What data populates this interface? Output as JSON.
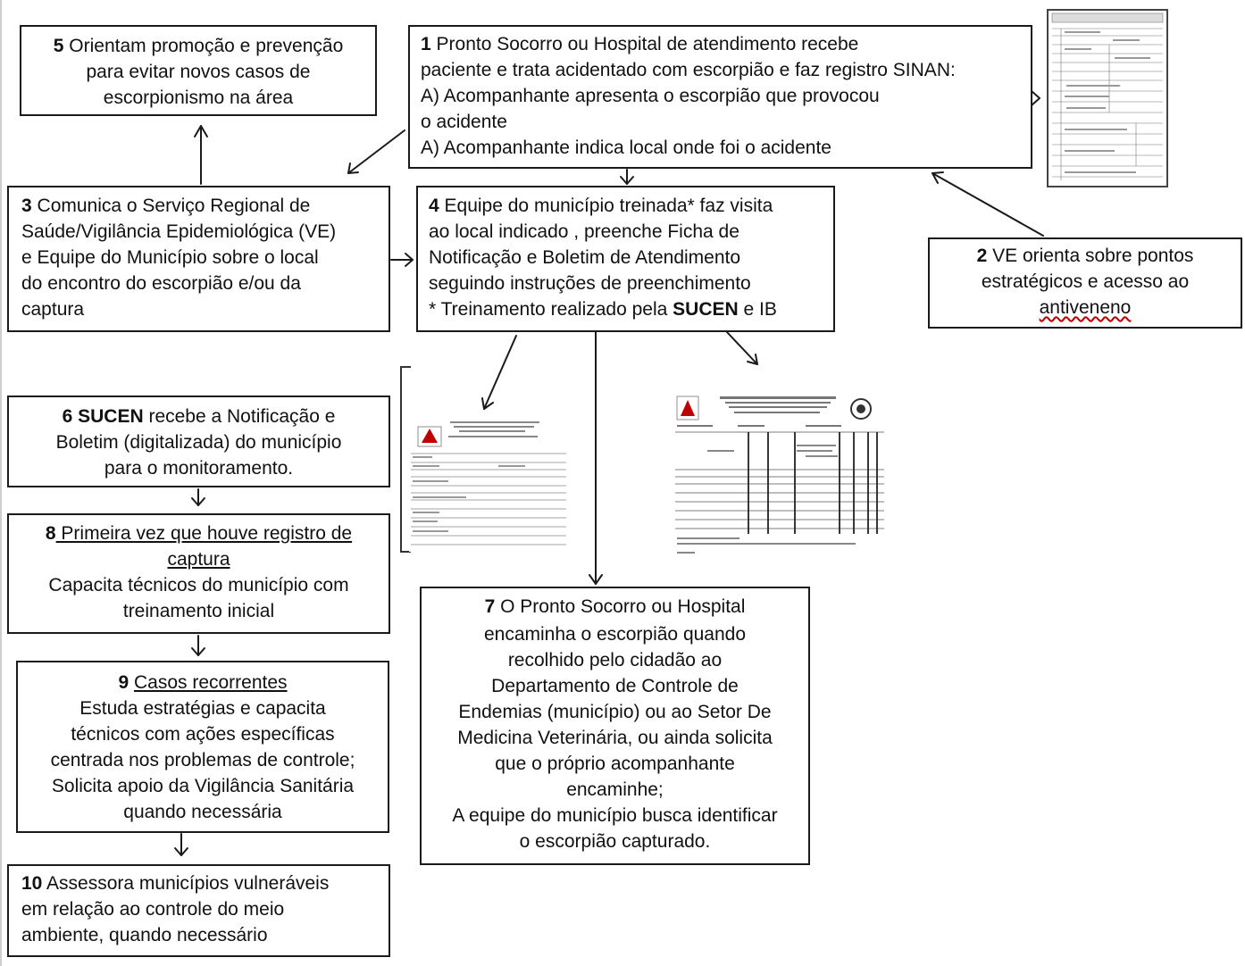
{
  "steps": {
    "s5": {
      "num": "5",
      "lines": [
        "Orientam  promoção e prevenção",
        "para evitar novos casos de",
        "escorpionismo na área"
      ]
    },
    "s1": {
      "num": "1",
      "lines": [
        "Pronto Socorro ou Hospital de atendimento  recebe",
        "paciente e trata acidentado com escorpião e faz registro SINAN:",
        "A)  Acompanhante apresenta o escorpião que provocou",
        "o acidente",
        "A)  Acompanhante indica local onde foi o acidente"
      ]
    },
    "s3": {
      "num": "3",
      "lines": [
        "Comunica o Serviço Regional de",
        "Saúde/Vigilância Epidemiológica  (VE)",
        "e Equipe do Município sobre o local",
        "do encontro do escorpião e/ou da",
        "captura"
      ]
    },
    "s4": {
      "num": "4",
      "lines": [
        "Equipe do município treinada* faz visita",
        "ao local indicado , preenche Ficha de",
        "Notificação e Boletim de Atendimento",
        "seguindo instruções de preenchimento"
      ],
      "footnote_pre": "* Treinamento realizado pela ",
      "footnote_bold": "SUCEN",
      "footnote_post": " e IB"
    },
    "s2": {
      "num": "2",
      "line1": "VE orienta sobre pontos",
      "line2": "estratégicos e acesso ao",
      "line3": "antiveneno"
    },
    "s6": {
      "num": "6",
      "bold": "SUCEN",
      "line1": " recebe  a Notificação e",
      "line2": "Boletim  (digitalizada) do município",
      "line3": "para o monitoramento."
    },
    "s8": {
      "num": "8",
      "underlined": " Primeira vez que houve  registro de",
      "underlined2": "captura",
      "line3": "Capacita técnicos do município com",
      "line4": "treinamento inicial"
    },
    "s7": {
      "num": "7",
      "line1": " O Pronto Socorro ou Hospital",
      "lines": [
        "encaminha o escorpião quando",
        "recolhido pelo cidadão ao",
        "Departamento de Controle de",
        "Endemias (município) ou ao Setor De",
        "Medicina Veterinária, ou ainda solicita",
        "que o próprio acompanhante",
        "encaminhe;",
        "A equipe do município busca identificar",
        "o escorpião capturado."
      ]
    },
    "s9": {
      "num": "9",
      "underlined": "Casos recorrentes",
      "lines": [
        "Estuda estratégias e capacita",
        "técnicos com ações específicas",
        "centrada nos problemas de controle;",
        "Solicita apoio da Vigilância  Sanitária",
        "quando necessária"
      ]
    },
    "s10": {
      "num": "10",
      "lines": [
        " Assessora municípios vulneráveis",
        "em relação ao controle do meio",
        "ambiente, quando necessário"
      ]
    }
  },
  "colors": {
    "border": "#1a1a1a",
    "spellcheck_underline": "#c00000"
  }
}
